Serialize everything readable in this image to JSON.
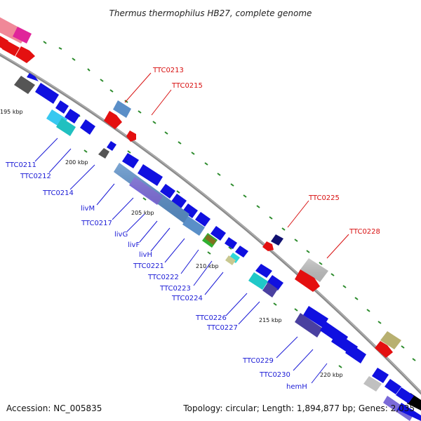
{
  "title": "Thermus thermophilus HB27, complete genome",
  "footer": {
    "accession": "Accession: NC_005835",
    "summary": "Topology: circular; Length: 1,894,877 bp; Genes: 2,035"
  },
  "colors": {
    "reverse_label": "#1b1bd6",
    "forward_label": "#d81010",
    "backbone": "#8a8a8a",
    "tick": "#2a8a2a"
  },
  "ticks": [
    {
      "label": "195 kbp"
    },
    {
      "label": "200 kbp"
    },
    {
      "label": "205 kbp"
    },
    {
      "label": "210 kbp"
    },
    {
      "label": "215 kbp"
    },
    {
      "label": "220 kbp"
    }
  ],
  "labels": {
    "forward": [
      "TTC0213",
      "TTC0215",
      "TTC0225",
      "TTC0228"
    ],
    "reverse": [
      "TTC0211",
      "TTC0212",
      "TTC0214",
      "livM",
      "TTC0217",
      "livG",
      "livF",
      "livH",
      "TTC0221",
      "TTC0222",
      "TTC0223",
      "TTC0224",
      "TTC0226",
      "TTC0227",
      "TTC0229",
      "TTC0230",
      "hemH"
    ]
  }
}
